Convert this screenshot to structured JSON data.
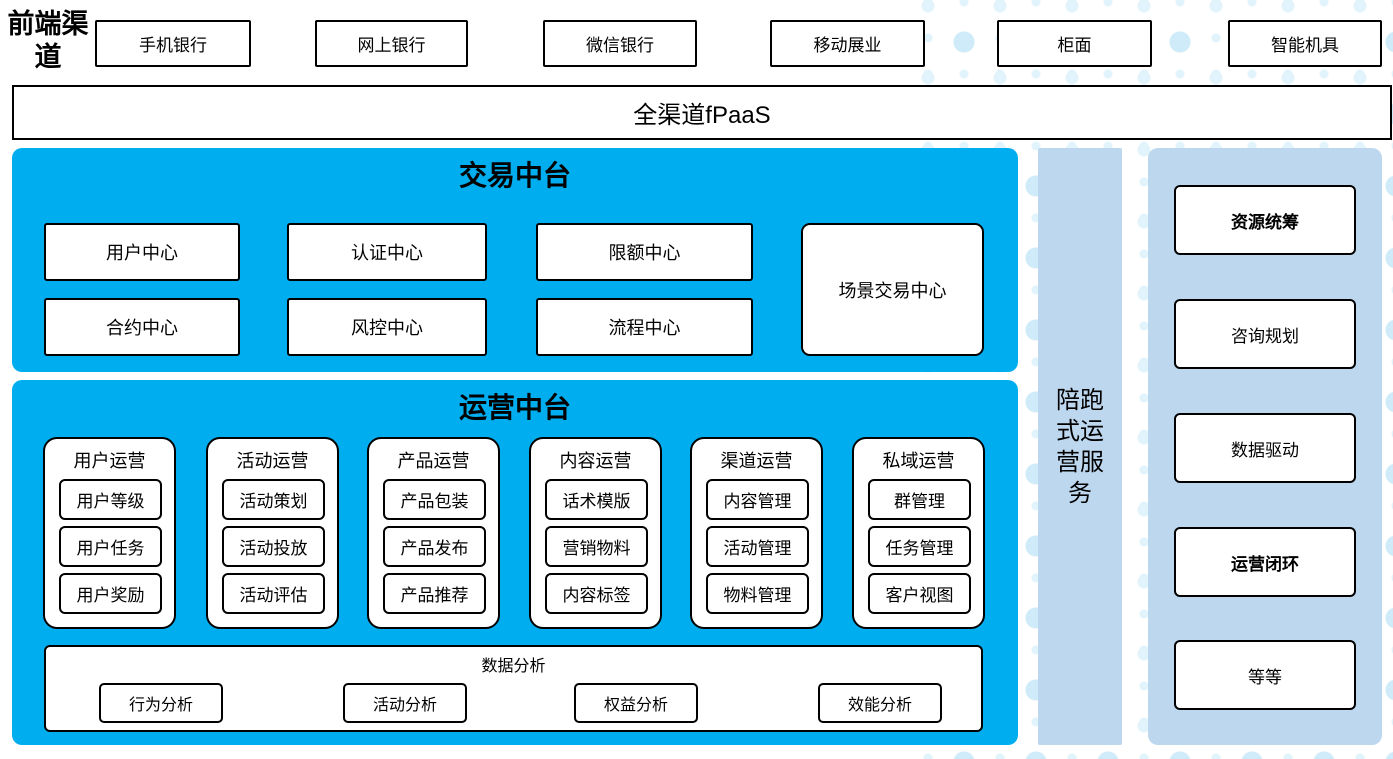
{
  "front_channels": {
    "label": "前端渠道",
    "items": [
      "手机银行",
      "网上银行",
      "微信银行",
      "移动展业",
      "柜面",
      "智能机具"
    ]
  },
  "fpaas": {
    "label": "全渠道fPaaS"
  },
  "transaction_platform": {
    "title": "交易中台",
    "centers": [
      "用户中心",
      "认证中心",
      "限额中心",
      "合约中心",
      "风控中心",
      "流程中心"
    ],
    "scene_center": "场景交易中心"
  },
  "operation_platform": {
    "title": "运营中台",
    "groups": [
      {
        "name": "用户运营",
        "items": [
          "用户等级",
          "用户任务",
          "用户奖励"
        ]
      },
      {
        "name": "活动运营",
        "items": [
          "活动策划",
          "活动投放",
          "活动评估"
        ]
      },
      {
        "name": "产品运营",
        "items": [
          "产品包装",
          "产品发布",
          "产品推荐"
        ]
      },
      {
        "name": "内容运营",
        "items": [
          "话术模版",
          "营销物料",
          "内容标签"
        ]
      },
      {
        "name": "渠道运营",
        "items": [
          "内容管理",
          "活动管理",
          "物料管理"
        ]
      },
      {
        "name": "私域运营",
        "items": [
          "群管理",
          "任务管理",
          "客户视图"
        ]
      }
    ],
    "analytics": {
      "title": "数据分析",
      "items": [
        "行为分析",
        "活动分析",
        "权益分析",
        "效能分析"
      ]
    }
  },
  "side_rail": {
    "label": "陪跑式运营服务"
  },
  "right_panel": {
    "items": [
      "资源统筹",
      "咨询规划",
      "数据驱动",
      "运营闭环",
      "等等"
    ]
  },
  "colors": {
    "accent_blue": "#00AEEF",
    "light_blue": "#BDD7EE",
    "dot1": "#CFEAF8",
    "dot2": "#E1F4FC"
  }
}
